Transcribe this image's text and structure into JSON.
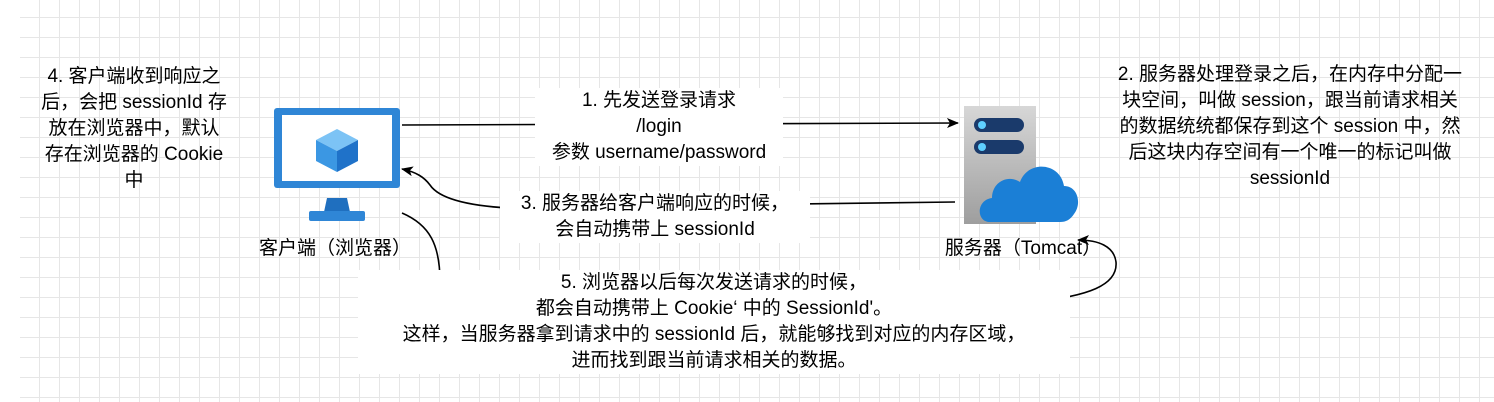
{
  "client": {
    "label": "客户端（浏览器）"
  },
  "server": {
    "label": "服务器（Tomcat）"
  },
  "steps": {
    "step1": [
      "1. 先发送登录请求",
      "/login",
      "参数 username/password"
    ],
    "step2": [
      "2. 服务器处理登录之后，在内存中分配一",
      "块空间，叫做 session，跟当前请求相关",
      "的数据统统都保存到这个 session 中，然",
      "后这块内存空间有一个唯一的标记叫做",
      "sessionId"
    ],
    "step3": [
      "3. 服务器给客户端响应的时候，",
      "会自动携带上 sessionId"
    ],
    "step4": [
      "4. 客户端收到响应之",
      "后，会把 sessionId 存",
      "放在浏览器中，默认",
      "存在浏览器的 Cookie",
      "中"
    ],
    "step5": [
      "5. 浏览器以后每次发送请求的时候，",
      "都会自动携带上 Cookie‘ 中的 SessionId'。",
      "这样，当服务器拿到请求中的 sessionId 后，就能够找到对应的内存区域，",
      "进而找到跟当前请求相关的数据。"
    ]
  },
  "colors": {
    "monitor_blue": "#2f86d6",
    "server_gray": "#a9a9a9",
    "cloud_blue": "#1b7fd6",
    "cube_blue": "#4aa3e8"
  },
  "icons": {
    "client": "monitor-with-cube-icon",
    "server": "server-cloud-icon"
  }
}
